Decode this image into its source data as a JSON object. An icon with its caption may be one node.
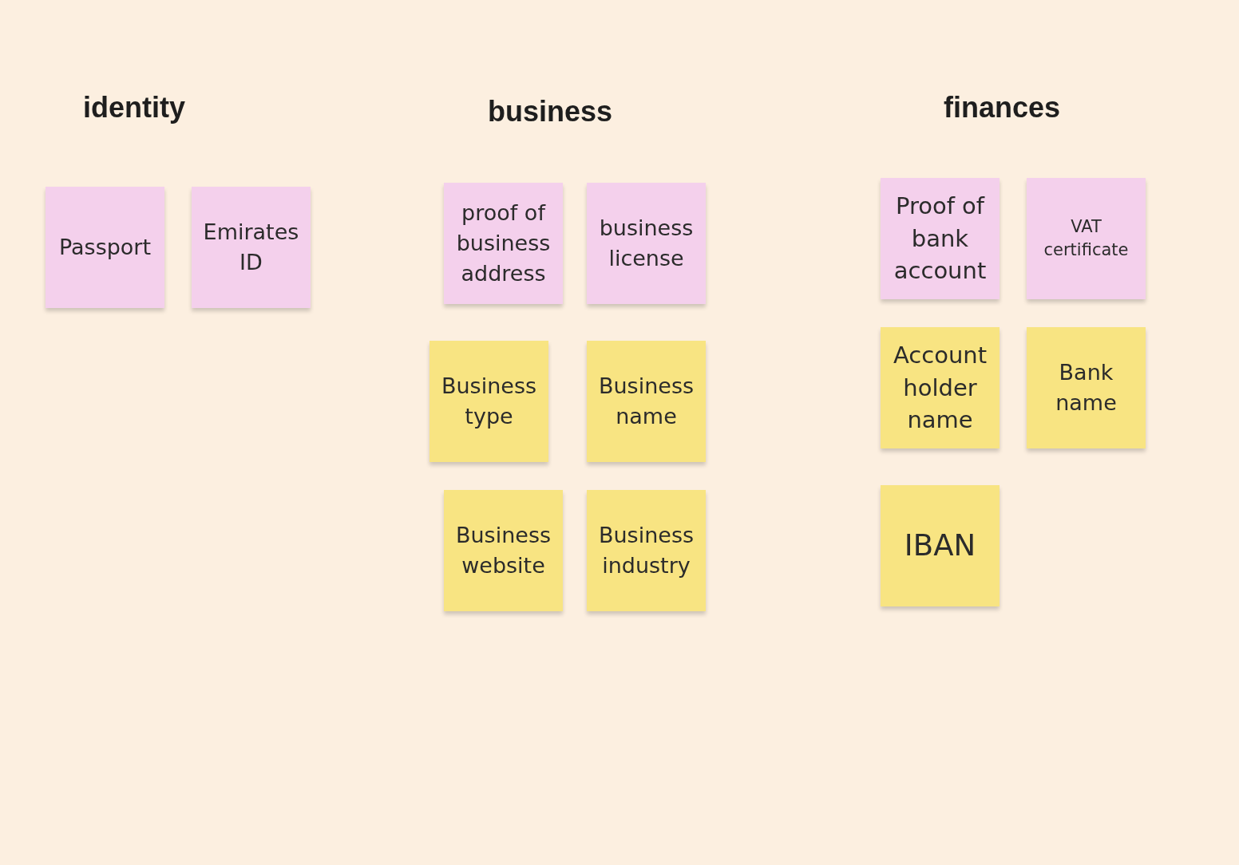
{
  "diagram": {
    "nodes": [
      {
        "text": [
          "Passport"
        ]
      },
      {
        "text": [
          "Emirates ID"
        ]
      },
      {
        "text": [
          "proof of business address"
        ]
      },
      {
        "text": [
          "business license"
        ]
      },
      {
        "text": [
          "Proof of bank account"
        ]
      },
      {
        "text": [
          "VAT certificate"
        ]
      },
      {
        "text": [
          "Business type"
        ]
      },
      {
        "text": [
          "Business name"
        ]
      },
      {
        "text": [
          "Account holder name"
        ]
      },
      {
        "text": [
          "Bank name"
        ]
      },
      {
        "text": [
          "Business website"
        ]
      },
      {
        "text": [
          "Business industry"
        ]
      },
      {
        "text": [
          "IBAN"
        ]
      }
    ],
    "edges": [],
    "labels": [
      "identity",
      "business",
      "finances"
    ]
  }
}
